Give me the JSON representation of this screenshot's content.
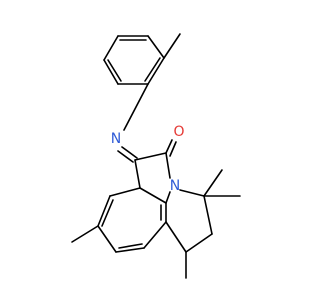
{
  "molecule": {
    "atoms": {
      "imine_nitrogen": {
        "symbol": "N",
        "color": "#2f5bd6"
      },
      "carbonyl_oxygen": {
        "symbol": "O",
        "color": "#e53935"
      },
      "ring_nitrogen": {
        "symbol": "N",
        "color": "#2f5bd6"
      }
    },
    "bond_color": "#000000",
    "background": "#ffffff"
  }
}
